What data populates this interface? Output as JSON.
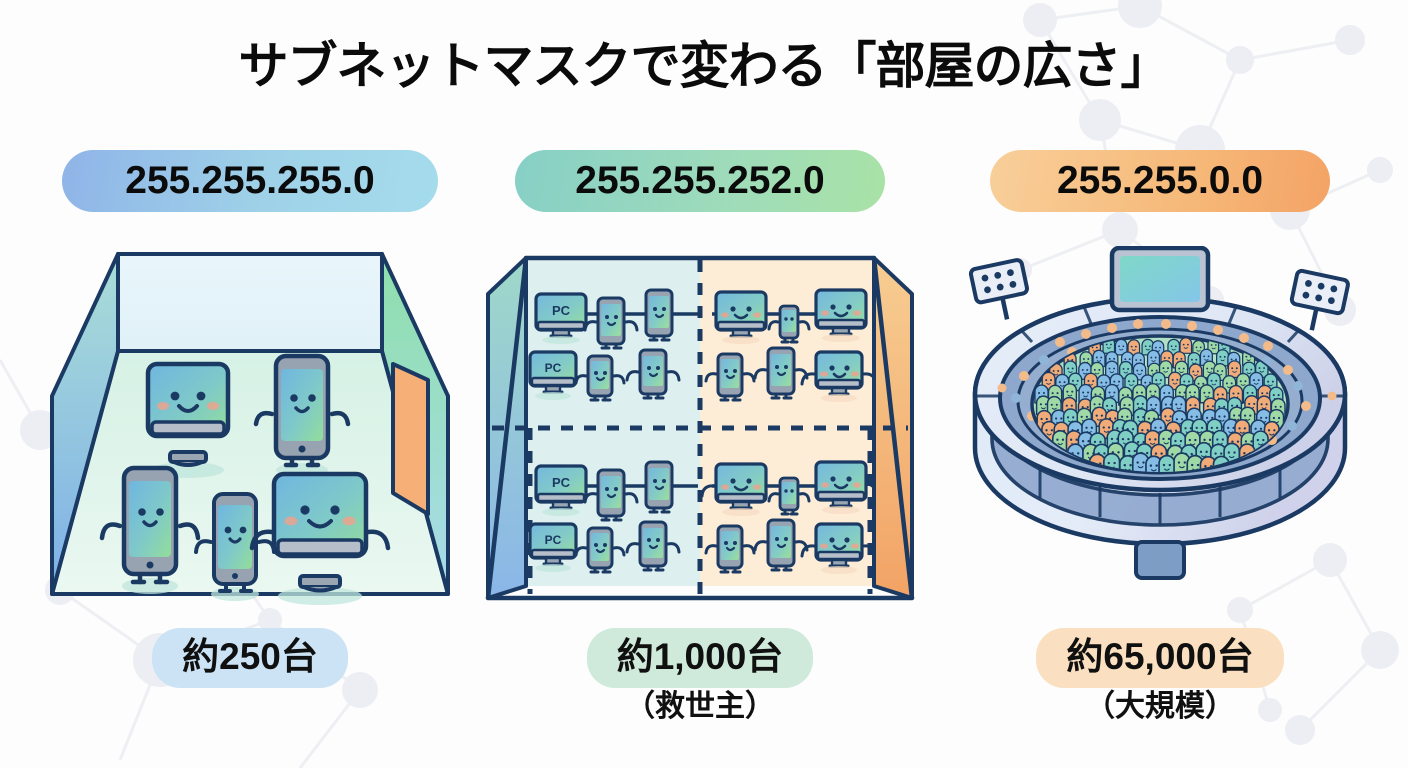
{
  "page": {
    "title": "サブネットマスクで変わる「部屋の広さ」",
    "background_color": "#fdfdfd",
    "outline_color": "#1b3a63",
    "network_node_color": "#eceef3"
  },
  "columns": [
    {
      "mask_label": "255.255.255.0",
      "badge_gradient": [
        "#8fb4e8",
        "#a5dcec"
      ],
      "scene": "single-room",
      "count_label": "約250台",
      "count_sub": "",
      "count_pill_color": "#cbe3f5",
      "device_count": 5,
      "devices": [
        "monitor",
        "phone",
        "phone",
        "phone",
        "monitor"
      ],
      "room": {
        "left_wall_gradient": [
          "#a9ddd7",
          "#7fb0e8"
        ],
        "right_wall_gradient": [
          "#90dfad",
          "#a6dce8"
        ],
        "back_wall_color": "#e8f5fb",
        "floor_gradient": [
          "#daf2e8",
          "#e9f7ef"
        ],
        "door_color": "#f6b077"
      }
    },
    {
      "mask_label": "255.255.252.0",
      "badge_gradient": [
        "#87cfc6",
        "#a9e2a6"
      ],
      "scene": "four-quadrant-room",
      "count_label": "約1,000台",
      "count_sub": "（救世主）",
      "count_pill_color": "#cfeada",
      "pc_label": "PC",
      "quadrants": 4,
      "devices_per_quadrant": 6,
      "room": {
        "left_half_tint": "#ddf0ef",
        "right_half_tint": "#fdecd6",
        "left_wall_gradient": [
          "#9fd8c9",
          "#8ab6e8"
        ],
        "right_wall_gradient": [
          "#f6c98c",
          "#f3a566"
        ],
        "divider_style": "dashed"
      }
    },
    {
      "mask_label": "255.255.0.0",
      "badge_gradient": [
        "#f8cf9a",
        "#f3a365"
      ],
      "scene": "stadium",
      "count_label": "約65,000台",
      "count_sub": "（大規模）",
      "count_pill_color": "#fadfc0",
      "stadium": {
        "screen_gradient": [
          "#7fd8c8",
          "#86c8e8"
        ],
        "stand_color": "#8ea7cc",
        "outer_wall_gradient": [
          "#dce8f6",
          "#cfd3ea"
        ],
        "floodlights": 2,
        "crowd_colors": [
          "#7fcfc4",
          "#86bde5",
          "#9fd9a6",
          "#f0ab78"
        ],
        "seat_dot_colors": [
          "#f3bb8a",
          "#8fb6d8"
        ]
      }
    }
  ]
}
